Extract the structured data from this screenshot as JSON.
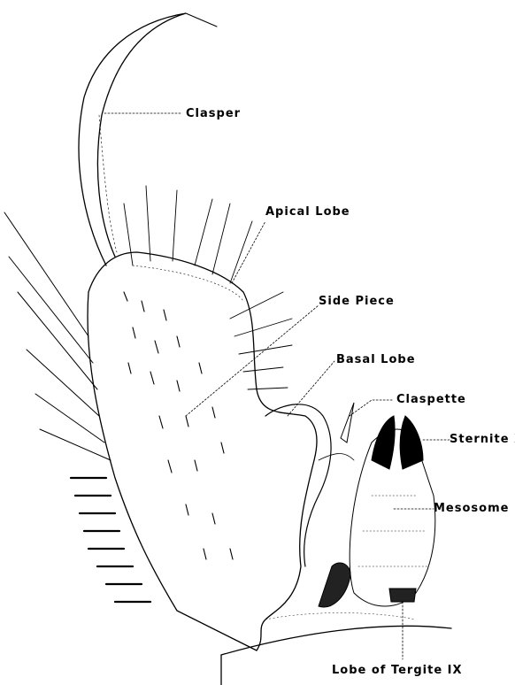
{
  "labels": {
    "clasper": "Clasper",
    "apical_lobe": "Apical  Lobe",
    "side_piece": "Side  Piece",
    "basal_lobe": "Basal  Lobe",
    "claspette": "Claspette",
    "sternite_x": "Sternite  X",
    "mesosome": "Mesosome",
    "lobe_tergite": "Lobe  of  Tergite  IX"
  },
  "colors": {
    "ink": "#000000",
    "paper": "#ffffff"
  }
}
